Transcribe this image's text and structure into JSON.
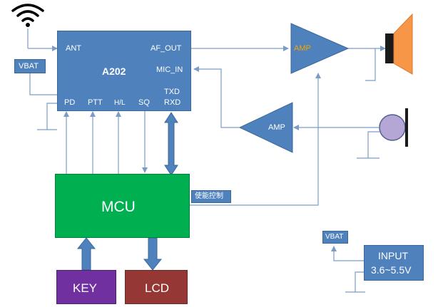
{
  "chip": {
    "name": "A202",
    "ant": "ANT",
    "af_out": "AF_OUT",
    "mic_in": "MIC_IN",
    "txd": "TXD",
    "rxd": "RXD",
    "pd": "PD",
    "ptt": "PTT",
    "hl": "H/L",
    "sq": "SQ"
  },
  "vbat_left": "VBAT",
  "vbat_right": "VBAT",
  "mcu": "MCU",
  "key": "KEY",
  "lcd": "LCD",
  "amp_out": "AMP",
  "amp_mic": "AMP",
  "enable_ctrl": "使能控制",
  "input": {
    "line1": "INPUT",
    "line2": "3.6~5.5V"
  },
  "icons": [
    "wifi-icon",
    "speaker-icon",
    "microphone-icon",
    "ground-symbol"
  ],
  "colors": {
    "block_blue": "#4F81BD",
    "block_border": "#3A6899",
    "line_blue": "#7A9CC6",
    "mcu_green": "#00B050",
    "key_purple": "#7030A0",
    "lcd_red": "#953735",
    "speaker_orange": "#F79646",
    "mic_lilac": "#B4A7D6",
    "amp_text_orange": "#F6A500"
  }
}
